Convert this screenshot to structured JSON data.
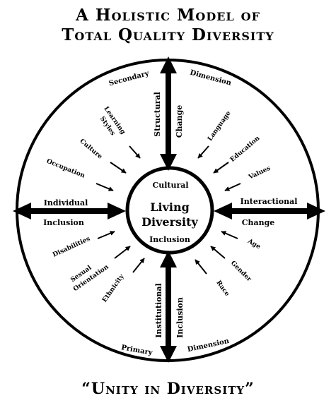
{
  "title": {
    "line1": "A Holistic Model of",
    "line2": "Total Quality Diversity"
  },
  "footer": "“Unity in Diversity”",
  "diagram": {
    "outer_top_left": "Secondary",
    "outer_top_right": "Dimension",
    "outer_bottom_left": "Primary",
    "outer_bottom_right": "Dimension",
    "top_arrow_left": "Structural",
    "top_arrow_right": "Change",
    "bottom_arrow_left": "Institutional",
    "bottom_arrow_right": "Inclusion",
    "left_arrow_top": "Individual",
    "left_arrow_bottom": "Inclusion",
    "right_arrow_top": "Interactional",
    "right_arrow_bottom": "Change",
    "center_top": "Cultural",
    "center_main_1": "Living",
    "center_main_2": "Diversity",
    "center_bottom": "Inclusion",
    "secondary_factors": [
      "Learning",
      "Styles",
      "Culture",
      "Occupation",
      "Language",
      "Education",
      "Values"
    ],
    "primary_factors": [
      "Disabilities",
      "Sexual",
      "Orientation",
      "Ethnicity",
      "Age",
      "Gender",
      "Race"
    ]
  }
}
